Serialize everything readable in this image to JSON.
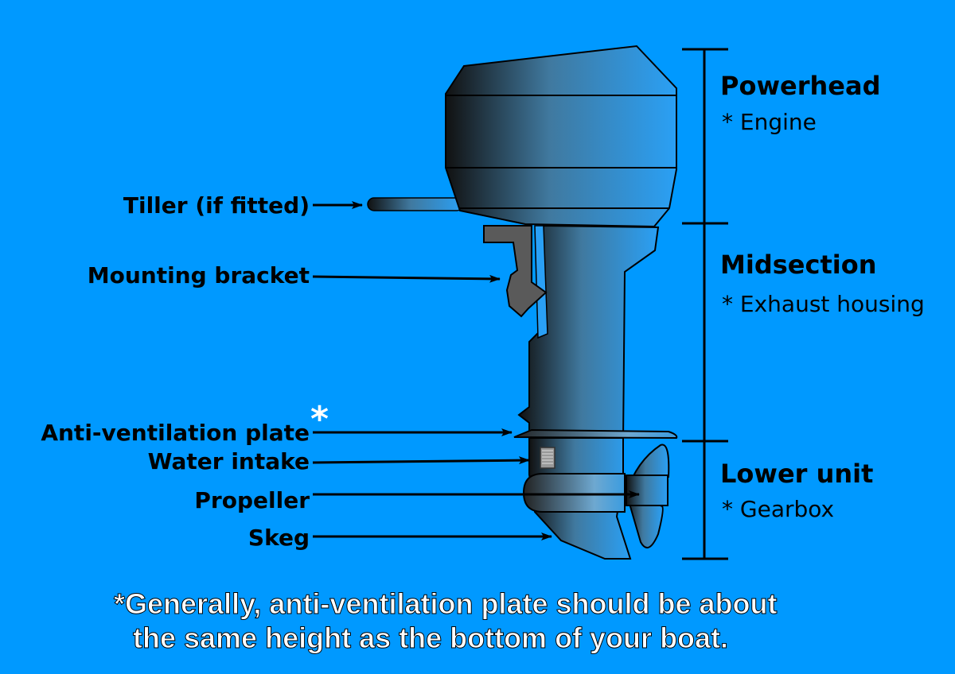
{
  "labels": {
    "tiller": "Tiller (if fitted)",
    "bracket": "Mounting bracket",
    "plate": "Anti-ventilation plate",
    "asterisk": "*",
    "intake": "Water intake",
    "propeller": "Propeller",
    "skeg": "Skeg"
  },
  "sections": [
    {
      "title": "Powerhead",
      "sub": "* Engine"
    },
    {
      "title": "Midsection",
      "sub": "* Exhaust housing"
    },
    {
      "title": "Lower unit",
      "sub": "* Gearbox"
    }
  ],
  "note": {
    "line1": "*Generally, anti-ventilation plate should be about",
    "line2": "the same height as the bottom of your boat."
  },
  "colors": {
    "background": "#0099ff",
    "bracket": "#5a5a5a",
    "note": "#ffffff"
  }
}
